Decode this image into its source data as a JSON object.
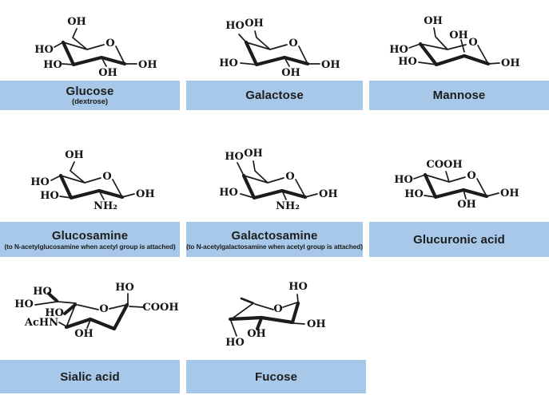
{
  "colors": {
    "label_bar": "#a7c8e8",
    "structure": "#1c1c1c",
    "label_text": "#1d1d1d",
    "background": "#ffffff"
  },
  "molecules": [
    {
      "name": "Glucose",
      "subtitle": "(dextrose)",
      "atoms": {
        "top": "OH",
        "upper_left": "HO",
        "lower_left": "HO",
        "bottom": "OH",
        "right": "OH",
        "ring": "O"
      }
    },
    {
      "name": "Galactose",
      "atoms": {
        "axial": "HO",
        "top": "OH",
        "left": "HO",
        "bottom": "OH",
        "right": "OH",
        "ring": "O"
      }
    },
    {
      "name": "Mannose",
      "atoms": {
        "top": "OH",
        "axial": "OH",
        "upper_left": "HO",
        "lower_left": "HO",
        "right": "OH",
        "ring": "O"
      }
    },
    {
      "name": "Glucosamine",
      "subtitle": "(to N-acetylglucosamine when acetyl group is attached)",
      "atoms": {
        "top": "OH",
        "upper_left": "HO",
        "lower_left": "HO",
        "amine": "NH₂",
        "right": "OH",
        "ring": "O"
      }
    },
    {
      "name": "Galactosamine",
      "subtitle": "(to N-acetylgalactosamine when acetyl group is attached)",
      "atoms": {
        "axial": "HO",
        "top": "OH",
        "left": "HO",
        "amine": "NH₂",
        "right": "OH",
        "ring": "O"
      }
    },
    {
      "name": "Glucuronic acid",
      "atoms": {
        "top": "COOH",
        "upper_left": "HO",
        "lower_left": "HO",
        "bottom": "OH",
        "right": "OH",
        "ring": "O"
      }
    },
    {
      "name": "Sialic acid",
      "atoms": {
        "top_left": "HO",
        "left": "HO",
        "mid": "HO",
        "acetyl": "AcHN",
        "bottom": "OH",
        "top_right": "HO",
        "acid": "COOH",
        "ring": "O"
      }
    },
    {
      "name": "Fucose",
      "atoms": {
        "top_right": "HO",
        "right": "OH",
        "bottom": "OH",
        "bottom_left": "HO",
        "ring": "O"
      }
    }
  ]
}
